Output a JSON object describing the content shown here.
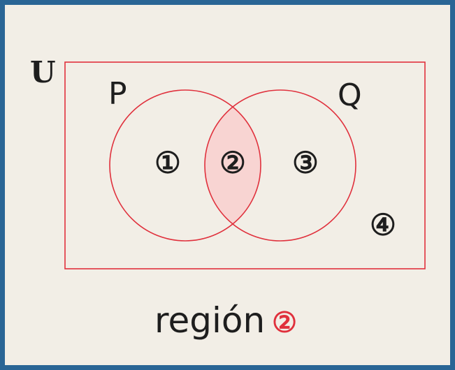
{
  "diagram": {
    "universe_label": "U",
    "set_p_label": "P",
    "set_q_label": "Q",
    "regions": [
      {
        "id": "1",
        "label": "①"
      },
      {
        "id": "2",
        "label": "②"
      },
      {
        "id": "3",
        "label": "③"
      },
      {
        "id": "4",
        "label": "④"
      }
    ],
    "highlighted_region": "2",
    "caption_text": "región",
    "caption_region": "②"
  },
  "colors": {
    "frame": "#2a6595",
    "background": "#f2eee6",
    "outline": "#e0303c",
    "highlight_fill": "#f8d4d2",
    "text": "#1e1e1e",
    "accent_text": "#e0303c"
  }
}
